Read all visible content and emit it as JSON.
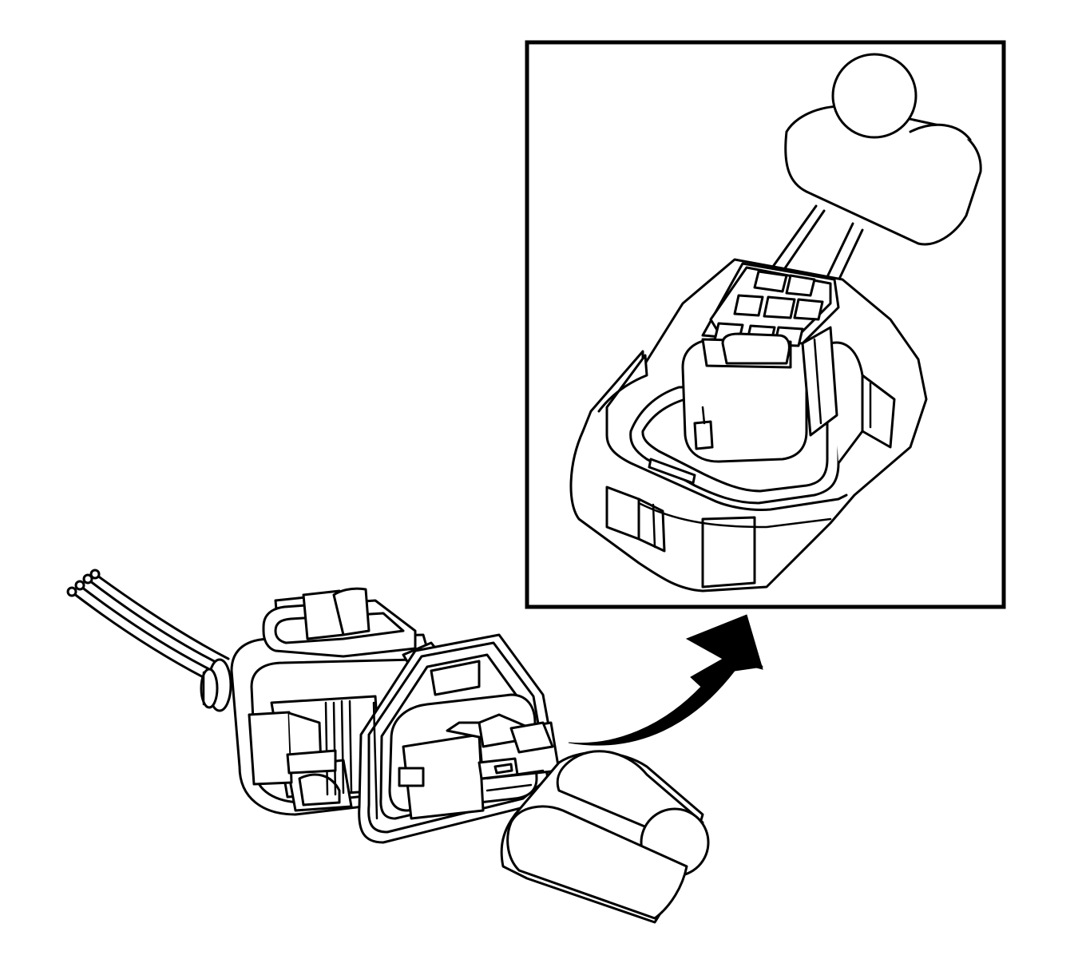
{
  "figure": {
    "type": "line-art service illustration",
    "style": "black line drawing on white background",
    "colors": {
      "ink": "#000000",
      "paper": "#ffffff"
    },
    "components": [
      "wiring-harness-wires",
      "connector-body",
      "connector-position-assurance-clip",
      "terminal-insert",
      "protective-boot",
      "curved-callout-arrow",
      "detail-view-inset"
    ]
  }
}
